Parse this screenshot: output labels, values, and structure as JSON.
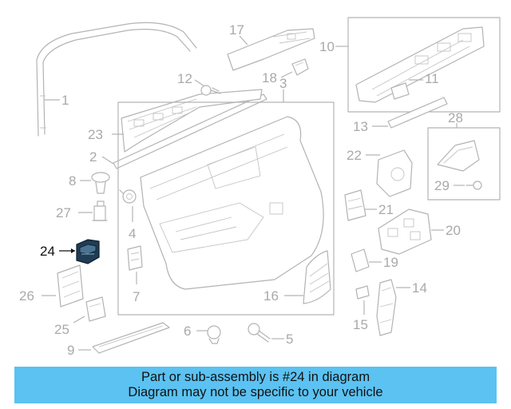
{
  "diagram": {
    "callouts": [
      {
        "id": "1",
        "label": "1"
      },
      {
        "id": "2",
        "label": "2"
      },
      {
        "id": "3",
        "label": "3"
      },
      {
        "id": "4",
        "label": "4"
      },
      {
        "id": "5",
        "label": "5"
      },
      {
        "id": "6",
        "label": "6"
      },
      {
        "id": "7",
        "label": "7"
      },
      {
        "id": "8",
        "label": "8"
      },
      {
        "id": "9",
        "label": "9"
      },
      {
        "id": "10",
        "label": "10"
      },
      {
        "id": "11",
        "label": "11"
      },
      {
        "id": "12",
        "label": "12"
      },
      {
        "id": "13",
        "label": "13"
      },
      {
        "id": "14",
        "label": "14"
      },
      {
        "id": "15",
        "label": "15"
      },
      {
        "id": "16",
        "label": "16"
      },
      {
        "id": "17",
        "label": "17"
      },
      {
        "id": "18",
        "label": "18"
      },
      {
        "id": "19",
        "label": "19"
      },
      {
        "id": "20",
        "label": "20"
      },
      {
        "id": "21",
        "label": "21"
      },
      {
        "id": "22",
        "label": "22"
      },
      {
        "id": "23",
        "label": "23"
      },
      {
        "id": "24",
        "label": "24"
      },
      {
        "id": "25",
        "label": "25"
      },
      {
        "id": "26",
        "label": "26"
      },
      {
        "id": "27",
        "label": "27"
      },
      {
        "id": "28",
        "label": "28"
      },
      {
        "id": "29",
        "label": "29"
      }
    ],
    "highlighted_part": "24",
    "highlight_color": "#1f3d55",
    "line_color": "#b3b3b3"
  },
  "banner": {
    "line1": "Part or sub-assembly is #24 in diagram",
    "line2": "Diagram may not be specific to your vehicle",
    "background": "#5bc2f2"
  }
}
